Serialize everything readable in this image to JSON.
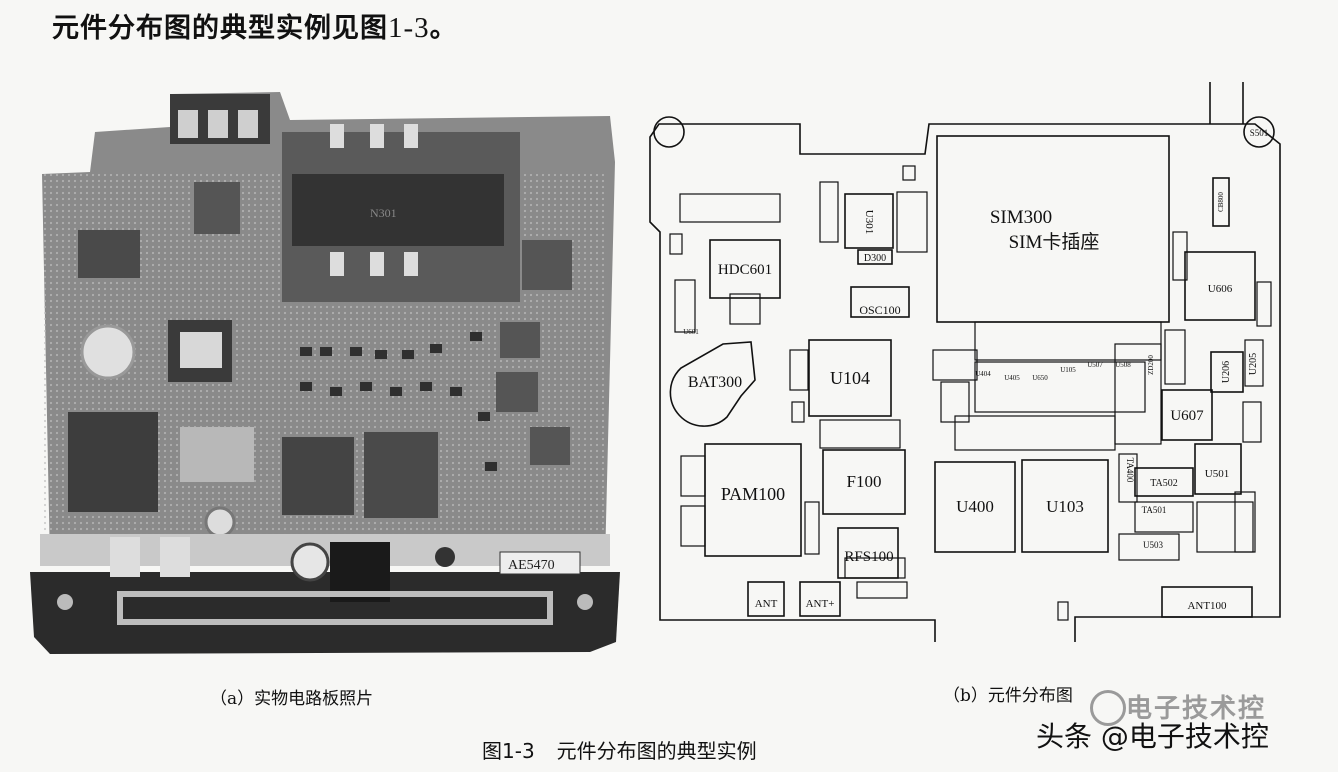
{
  "heading": {
    "text": "元件分布图的典型实例见图",
    "figure_ref": "1-3",
    "end": "。"
  },
  "photo": {
    "caption": "（a）实物电路板照片",
    "marking": "N301",
    "connector_label": "AE5470"
  },
  "diagram": {
    "caption": "（b）元件分布图",
    "components": {
      "sim300": "SIM300",
      "sim_slot": "SIM卡插座",
      "hdc601": "HDC601",
      "u301": "U301",
      "d300": "D300",
      "osc100": "OSC100",
      "u104": "U104",
      "bat300": "BAT300",
      "pam100": "PAM100",
      "f100": "F100",
      "rfs100": "RFS100",
      "u400": "U400",
      "u103": "U103",
      "u607": "U607",
      "u606": "U606",
      "u501": "U501",
      "u206": "U206",
      "u205": "U205",
      "u503": "U503",
      "ta502": "TA502",
      "ta501": "TA501",
      "ta400": "TA400",
      "ant1": "ANT",
      "ant2": "ANT+",
      "ant100": "ANT100",
      "s501": "S501",
      "u601": "U601",
      "cb800": "CB800",
      "u404": "U404",
      "u405": "U405",
      "u105": "U105",
      "u507": "U507",
      "u508": "U508",
      "zd200": "ZD200",
      "u650": "U650"
    }
  },
  "figure": {
    "number": "图1-3",
    "title": "元件分布图的典型实例"
  },
  "watermark": {
    "line1": "电子技术控",
    "line2": "头条 @电子技术控"
  }
}
